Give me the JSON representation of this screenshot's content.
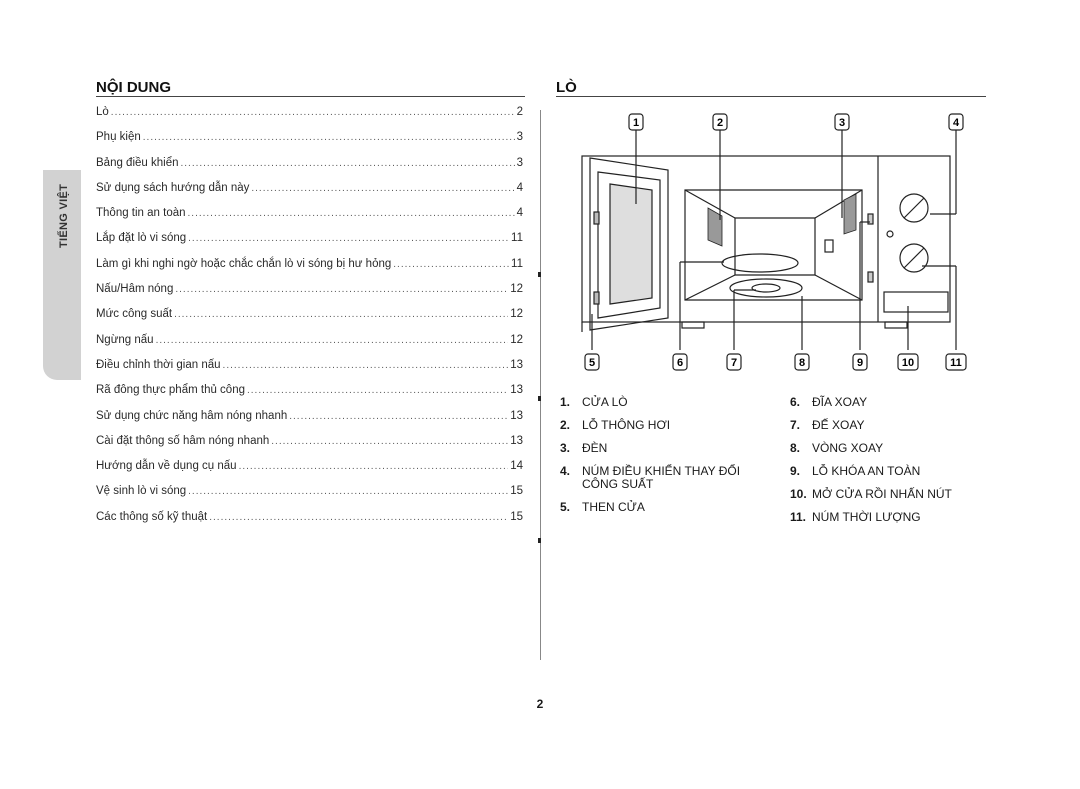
{
  "side_tab": {
    "label": "TIẾNG VIỆT"
  },
  "toc": {
    "heading": "NỘI DUNG",
    "entries": [
      {
        "label": "Lò",
        "page": "2"
      },
      {
        "label": "Phụ kiện",
        "page": "3"
      },
      {
        "label": "Bảng điều khiển",
        "page": "3"
      },
      {
        "label": "Sử dụng sách hướng dẫn này",
        "page": "4"
      },
      {
        "label": "Thông tin an toàn",
        "page": "4"
      },
      {
        "label": "Lắp đặt lò vi sóng",
        "page": "11"
      },
      {
        "label": "Làm gì khi nghi ngờ hoặc chắc chắn lò vi sóng bị hư hỏng",
        "page": "11"
      },
      {
        "label": "Nấu/Hâm nóng",
        "page": "12"
      },
      {
        "label": "Mức công suất",
        "page": "12"
      },
      {
        "label": "Ngừng nấu",
        "page": "12"
      },
      {
        "label": "Điều chỉnh thời gian nấu",
        "page": "13"
      },
      {
        "label": "Rã đông thực phẩm thủ công",
        "page": "13"
      },
      {
        "label": "Sử dụng chức năng hâm nóng nhanh",
        "page": "13"
      },
      {
        "label": "Cài đặt thông số hâm nóng nhanh",
        "page": "13"
      },
      {
        "label": "Hướng dẫn về dụng cụ nấu",
        "page": "14"
      },
      {
        "label": "Vệ sinh lò vi sóng",
        "page": "15"
      },
      {
        "label": "Các thông số kỹ thuật",
        "page": "15"
      }
    ]
  },
  "oven": {
    "heading": "LÒ",
    "callouts_top": [
      "1",
      "2",
      "3",
      "4"
    ],
    "callouts_bottom": [
      "5",
      "6",
      "7",
      "8",
      "9",
      "10",
      "11"
    ],
    "legend_left": [
      {
        "num": "1.",
        "text": "CỬA LÒ"
      },
      {
        "num": "2.",
        "text": "LỖ THÔNG HƠI"
      },
      {
        "num": "3.",
        "text": "ĐÈN"
      },
      {
        "num": "4.",
        "text": "NÚM ĐIỀU KHIỂN THAY ĐỔI\nCÔNG SUẤT"
      },
      {
        "num": "5.",
        "text": "THEN CỬA"
      }
    ],
    "legend_right": [
      {
        "num": "6.",
        "text": "ĐĨA XOAY"
      },
      {
        "num": "7.",
        "text": "ĐẾ XOAY"
      },
      {
        "num": "8.",
        "text": "VÒNG XOAY"
      },
      {
        "num": "9.",
        "text": "LỖ KHÓA AN TOÀN"
      },
      {
        "num": "10.",
        "text": "MỞ CỬA RỒI NHẤN NÚT"
      },
      {
        "num": "11.",
        "text": "NÚM THỜI LƯỢNG"
      }
    ]
  },
  "page_number": "2"
}
